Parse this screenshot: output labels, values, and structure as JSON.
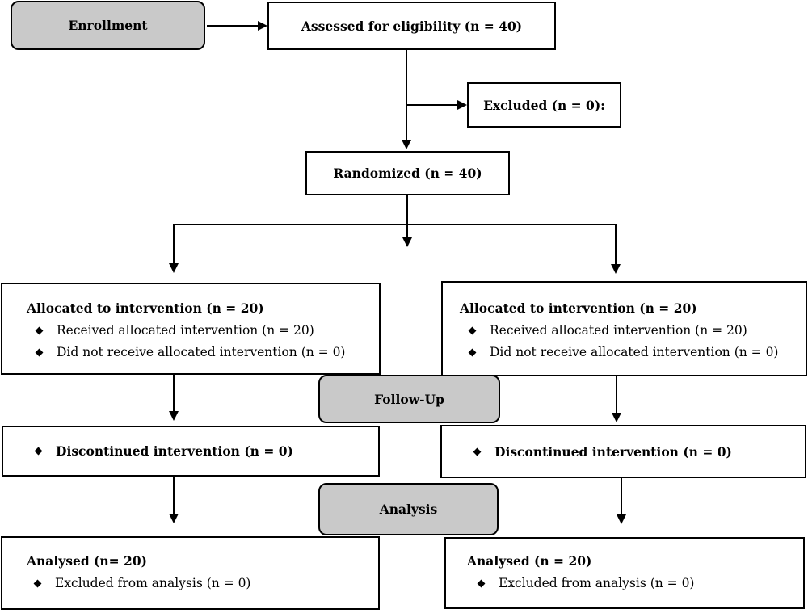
{
  "enrollment": {
    "label": "Enrollment"
  },
  "assessed": {
    "label": "Assessed for eligibility (n = 40)"
  },
  "excluded": {
    "label": "Excluded (n = 0):"
  },
  "randomized": {
    "label": "Randomized (n = 40)"
  },
  "left_group": {
    "allocation": {
      "title": "Allocated to intervention (n = 20)",
      "received": "Received allocated intervention (n = 20)",
      "not_received": "Did not receive allocated intervention (n = 0)"
    },
    "followup": {
      "discontinued": "Discontinued intervention (n = 0)"
    },
    "analysis": {
      "analysed": "Analysed (n= 20)",
      "excluded": "Excluded from analysis (n = 0)"
    }
  },
  "right_group": {
    "allocation": {
      "title": "Allocated to intervention (n = 20)",
      "received": "Received allocated intervention (n = 20)",
      "not_received": "Did not receive allocated intervention (n = 0)"
    },
    "followup": {
      "discontinued": "Discontinued intervention (n = 0)"
    },
    "analysis": {
      "analysed": "Analysed (n = 20)",
      "excluded": "Excluded from analysis (n = 0)"
    }
  },
  "stages": {
    "follow_up": "Follow-Up",
    "analysis": "Analysis"
  },
  "colors": {
    "stage_fill": "#c9c9c9",
    "border": "#000000",
    "box_fill": "#ffffff"
  }
}
